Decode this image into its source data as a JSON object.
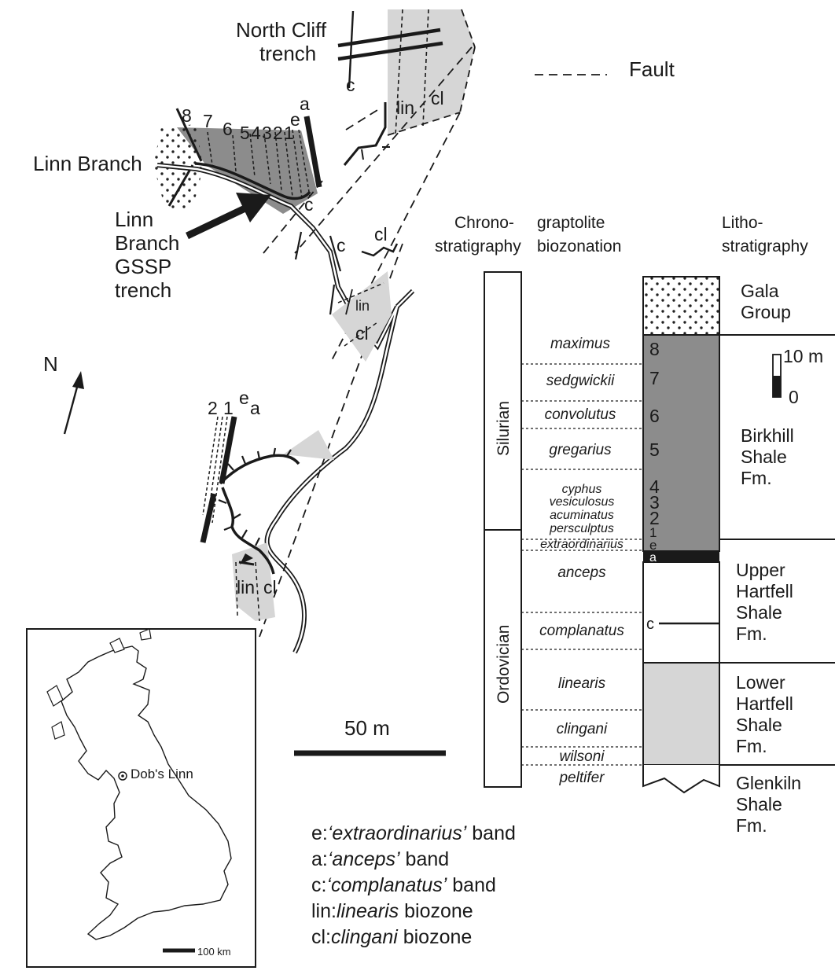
{
  "map": {
    "north_cliff_trench": [
      "North Cliff",
      "trench"
    ],
    "fault_legend": "Fault",
    "linn_branch": "Linn Branch",
    "gssp_trench": [
      "Linn",
      "Branch",
      "GSSP",
      "trench"
    ],
    "north_arrow": "N",
    "scale_bar": "50 m",
    "beds_linn": [
      "8",
      "7",
      "6",
      "5",
      "4",
      "3",
      "2",
      "1",
      "e",
      "a"
    ],
    "beds_south": [
      "2",
      "1",
      "e",
      "a"
    ],
    "zone_short": {
      "lin": "lin",
      "cl": "cl",
      "c": "c"
    }
  },
  "inset": {
    "locality": "Dob's Linn",
    "scale": "100 km"
  },
  "column": {
    "headers": {
      "chrono": [
        "Chrono-",
        "stratigraphy"
      ],
      "grapto": [
        "graptolite",
        "biozonation"
      ],
      "litho": [
        "Litho-",
        "stratigraphy"
      ]
    },
    "systems": [
      "Silurian",
      "Ordovician"
    ],
    "biozones": [
      "maximus",
      "sedgwickii",
      "convolutus",
      "gregarius",
      "cyphus",
      "vesiculosus",
      "acuminatus",
      "persculptus",
      "extraordinarius",
      "anceps",
      "complanatus",
      "linearis",
      "clingani",
      "wilsoni",
      "peltifer"
    ],
    "bed_numbers": [
      "8",
      "7",
      "6",
      "5",
      "4",
      "3",
      "2",
      "1",
      "e",
      "a",
      "c"
    ],
    "formations": [
      [
        "Gala",
        "Group"
      ],
      [
        "Birkhill",
        "Shale",
        "Fm."
      ],
      [
        "Upper",
        "Hartfell",
        "Shale",
        "Fm."
      ],
      [
        "Lower",
        "Hartfell",
        "Shale",
        "Fm."
      ],
      [
        "Glenkiln",
        "Shale",
        "Fm."
      ]
    ],
    "thickness_scale": {
      "top": "10 m",
      "bottom": "0"
    }
  },
  "legend_key": [
    {
      "code": "e:",
      "term": "‘extraordinarius’",
      "rest": " band"
    },
    {
      "code": "a:",
      "term": "‘anceps’",
      "rest": " band"
    },
    {
      "code": "c:",
      "term": "‘complanatus’",
      "rest": " band"
    },
    {
      "code": "lin:",
      "term": "linearis",
      "rest": " biozone"
    },
    {
      "code": "cl:",
      "term": "clingani",
      "rest": " biozone"
    }
  ],
  "colors": {
    "dark_gray": "#8c8c8c",
    "light_gray": "#d6d6d6",
    "ink": "#1a1a1a"
  }
}
